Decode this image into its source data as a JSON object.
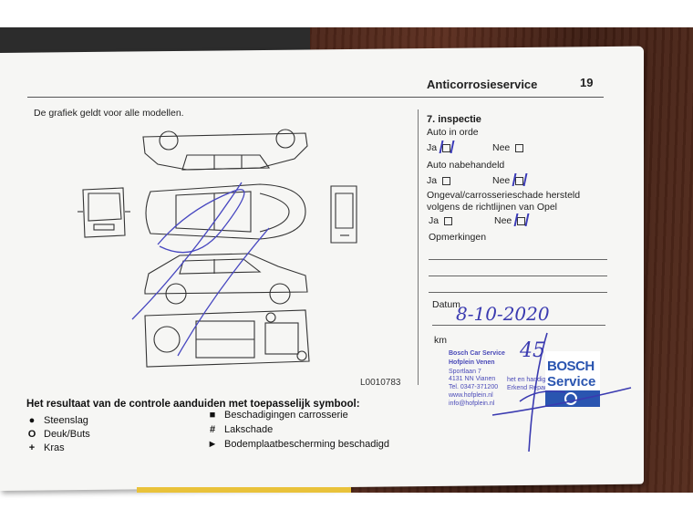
{
  "header": {
    "title": "Anticorrosieservice",
    "page_number": "19"
  },
  "intro_text": "De grafiek geldt voor alle modellen.",
  "diagram_code": "L0010783",
  "form": {
    "title": "7. inspectie",
    "q1_label": "Auto in orde",
    "q1_ja": "Ja",
    "q1_nee": "Nee",
    "q1_answer": "Ja",
    "q2_label": "Auto nabehandeld",
    "q2_ja": "Ja",
    "q2_nee": "Nee",
    "q2_answer": "Nee",
    "q3_label_line1": "Ongeval/carrosserieschade hersteld",
    "q3_label_line2": "volgens de richtlijnen van Opel",
    "q3_ja": "Ja",
    "q3_nee": "Nee",
    "q3_answer": "Nee",
    "remarks_label": "Opmerkingen",
    "date_label": "Datum",
    "date_value": "8-10-2020",
    "km_label": "km",
    "km_value": "45"
  },
  "stamp": {
    "line1": "Bosch Car Service",
    "line2": "Hofplein Venen",
    "line3": "Sportlaan 7",
    "line4": "4131 NN Vianen",
    "line5": "Tel. 0347-371200",
    "line6": "www.hofplein.nl",
    "line7": "info@hofplein.nl",
    "side1": "het en handig",
    "side2": "Erkend Reparateur",
    "brand": "BOSCH",
    "brand_sub": "Service"
  },
  "legend": {
    "title": "Het resultaat van de controle aanduiden met toepasselijk symbool:",
    "items": [
      {
        "symbol": "●",
        "label": "Steenslag"
      },
      {
        "symbol": "O",
        "label": "Deuk/Buts"
      },
      {
        "symbol": "+",
        "label": "Kras"
      },
      {
        "symbol": "■",
        "label": "Beschadigingen carrosserie"
      },
      {
        "symbol": "#",
        "label": "Lakschade"
      },
      {
        "symbol": "►",
        "label": "Bodemplaatbescherming beschadigd"
      }
    ]
  },
  "colors": {
    "ink": "#3a3ab0",
    "bosch_blue": "#2a55b0",
    "table_wood": "#4a2418"
  }
}
